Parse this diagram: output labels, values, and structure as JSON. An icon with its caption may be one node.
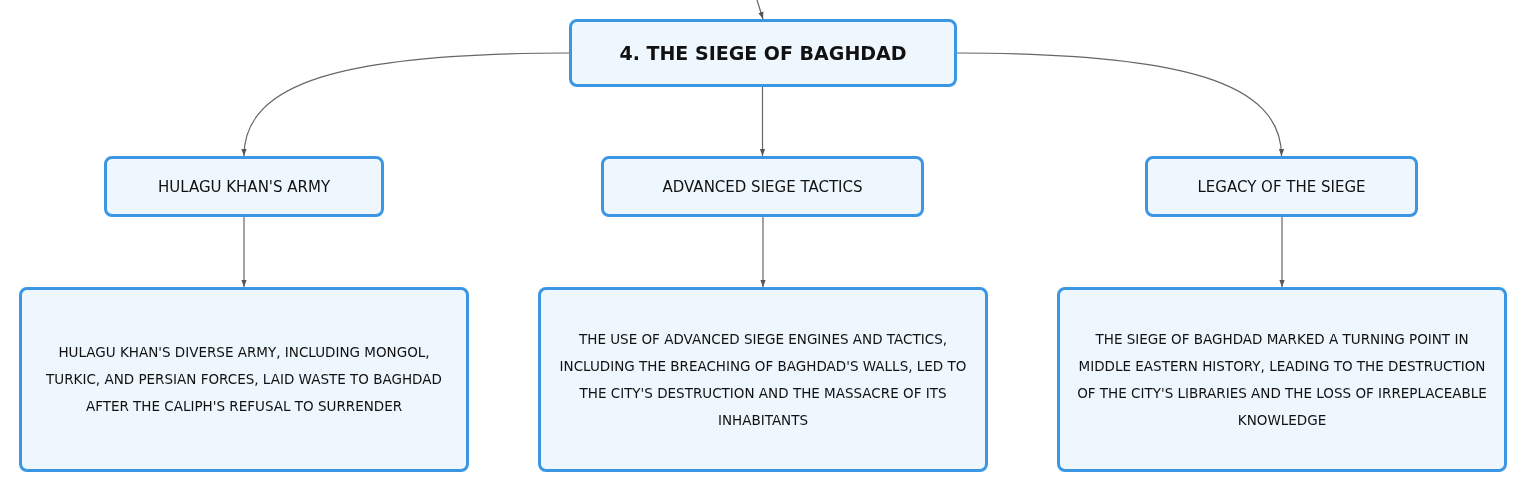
{
  "diagram": {
    "nodes": [
      {
        "text": [
          "4. THE SIEGE OF BAGHDAD"
        ]
      },
      {
        "text": [
          "HULAGU KHAN'S ARMY"
        ]
      },
      {
        "text": [
          "ADVANCED SIEGE TACTICS"
        ]
      },
      {
        "text": [
          "LEGACY OF THE SIEGE"
        ]
      },
      {
        "text": [
          "HULAGU KHAN'S DIVERSE ARMY, INCLUDING MONGOL, TURKIC, AND PERSIAN FORCES, LAID WASTE TO BAGHDAD AFTER THE CALIPH'S REFUSAL TO SURRENDER"
        ]
      },
      {
        "text": [
          "THE USE OF ADVANCED SIEGE ENGINES AND TACTICS, INCLUDING THE BREACHING OF BAGHDAD'S WALLS, LED TO THE CITY'S DESTRUCTION AND THE MASSACRE OF ITS INHABITANTS"
        ]
      },
      {
        "text": [
          "THE SIEGE OF BAGHDAD MARKED A TURNING POINT IN MIDDLE EASTERN HISTORY, LEADING TO THE DESTRUCTION OF THE CITY'S LIBRARIES AND THE LOSS OF IRREPLACEABLE KNOWLEDGE"
        ]
      }
    ],
    "edges": [
      {
        "from": null,
        "to": 0,
        "arrow": "to"
      },
      {
        "from": 0,
        "to": 1,
        "arrow": "to"
      },
      {
        "from": 0,
        "to": 2,
        "arrow": "to"
      },
      {
        "from": 0,
        "to": 3,
        "arrow": "to"
      },
      {
        "from": 1,
        "to": 4,
        "arrow": "to"
      },
      {
        "from": 2,
        "to": 5,
        "arrow": "to"
      },
      {
        "from": 3,
        "to": 6,
        "arrow": "to"
      }
    ]
  }
}
